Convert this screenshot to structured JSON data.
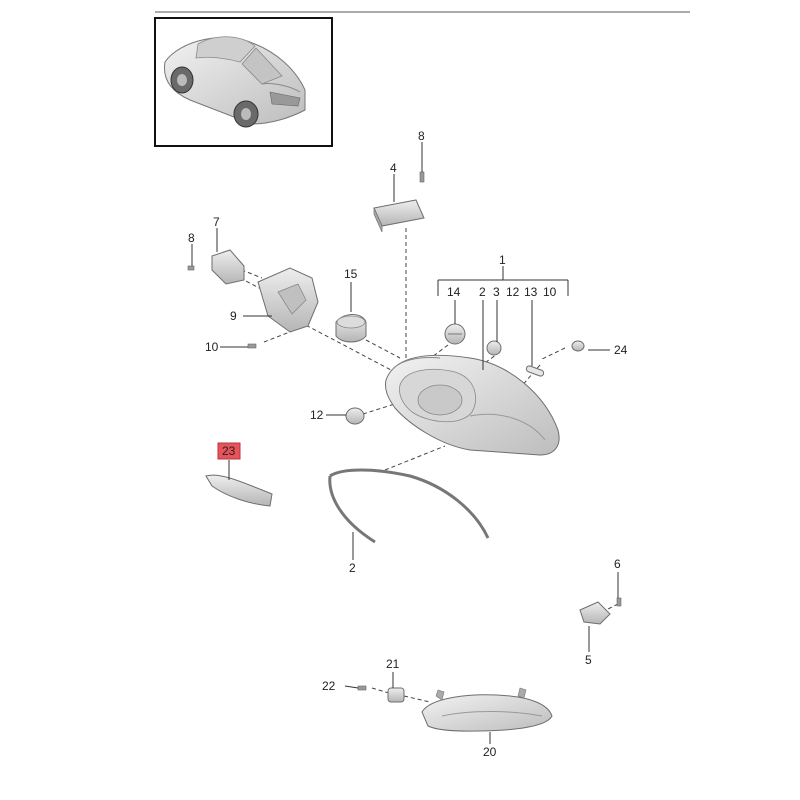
{
  "callouts": {
    "c1": "1",
    "c2a": "2",
    "c3": "3",
    "c4": "4",
    "c5": "5",
    "c6": "6",
    "c7": "7",
    "c8a": "8",
    "c8b": "8",
    "c9": "9",
    "c10a": "10",
    "c10b": "10",
    "c12a": "12",
    "c12b": "12",
    "c13": "13",
    "c14": "14",
    "c15": "15",
    "c20": "20",
    "c21": "21",
    "c22": "22",
    "c24": "24",
    "c2b": "2",
    "c23": "23"
  },
  "colors": {
    "highlight": "#e8525a",
    "part_fill": "#d9d9d9",
    "part_stroke": "#6e6e6e",
    "line": "#333333"
  },
  "icons": {
    "vehicle": "car-thumbnail-icon"
  }
}
